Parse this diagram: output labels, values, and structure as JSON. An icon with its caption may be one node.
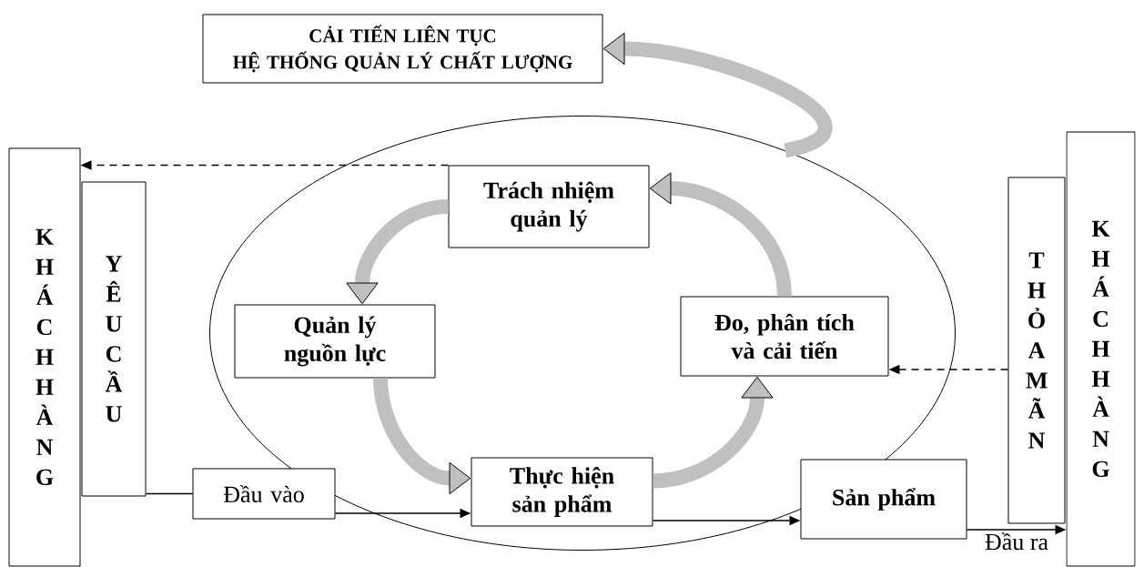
{
  "diagram": {
    "nodes": [
      {
        "text": [
          "CẢI TIẾN LIÊN TỤC",
          "HỆ THỐNG QUẢN LÝ CHẤT LƯỢNG"
        ]
      },
      {
        "text": [],
        "shape": "ellipse"
      },
      {
        "text": [
          "KHÁCH HÀNG"
        ]
      },
      {
        "text": [
          "YÊU CẦU"
        ]
      },
      {
        "text": [
          "Trách nhiệm quản lý"
        ],
        "in": 1
      },
      {
        "text": [
          "Quản lý nguồn lực"
        ],
        "in": 1
      },
      {
        "text": [
          "Đo, phân tích và cải tiến"
        ],
        "in": 1
      },
      {
        "text": [
          "Đầu vào"
        ]
      },
      {
        "text": [
          "Thực hiện sản phẩm"
        ],
        "in": 1
      },
      {
        "text": [
          "Sản phẩm"
        ]
      },
      {
        "text": [
          "THỎA MÃN"
        ]
      },
      {
        "text": [
          "KHÁCH HÀNG"
        ]
      }
    ],
    "edges": [
      {
        "from": 4,
        "to": 2,
        "arrow": "to",
        "style": "dashed"
      },
      {
        "from": 10,
        "to": 6,
        "arrow": "to",
        "style": "dashed"
      },
      {
        "from": 1,
        "to": 0,
        "arrow": "to",
        "style": "thick",
        "color": "#c0c0c0"
      },
      {
        "from": 4,
        "to": 5,
        "arrow": "to",
        "style": "thick",
        "color": "#c0c0c0"
      },
      {
        "from": 5,
        "to": 8,
        "arrow": "to",
        "style": "thick",
        "color": "#c0c0c0"
      },
      {
        "from": 8,
        "to": 6,
        "arrow": "to",
        "style": "thick",
        "color": "#c0c0c0"
      },
      {
        "from": 6,
        "to": 4,
        "arrow": "to",
        "style": "thick",
        "color": "#c0c0c0"
      },
      {
        "from": 3,
        "to": 7,
        "arrow": "none"
      },
      {
        "from": 7,
        "to": 8,
        "arrow": "to"
      },
      {
        "from": 8,
        "to": 9,
        "arrow": "to"
      },
      {
        "from": 9,
        "to": 11,
        "arrow": "to",
        "label": "Đầu ra"
      }
    ]
  }
}
